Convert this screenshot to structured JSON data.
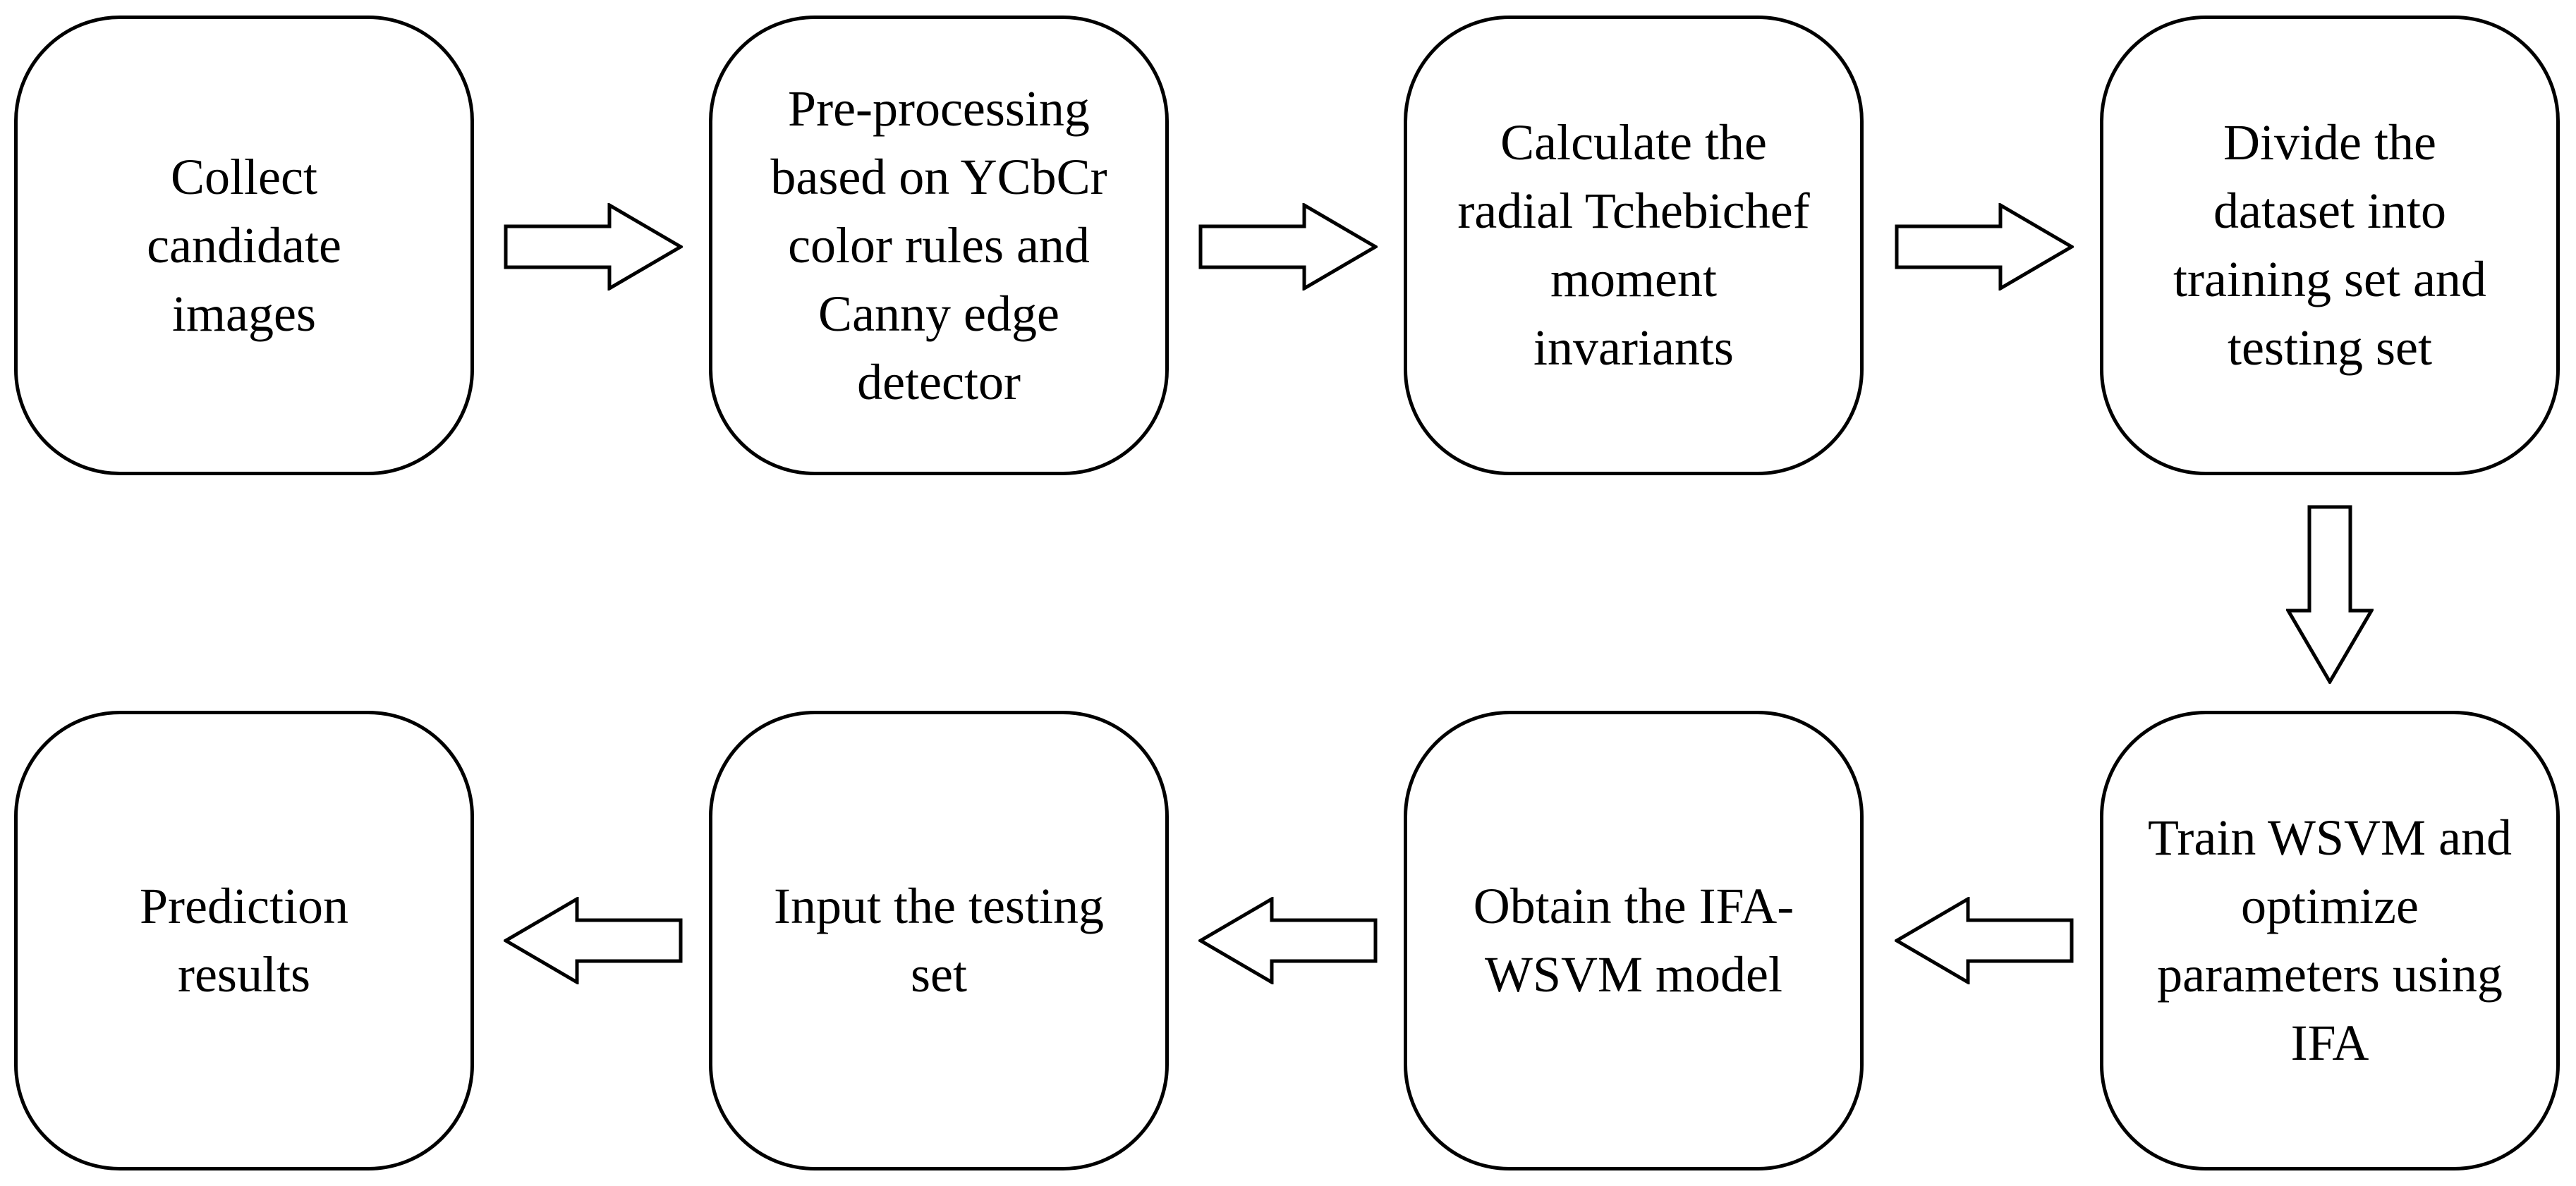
{
  "diagram": {
    "colors": {
      "stroke": "#000000",
      "fill": "#ffffff",
      "text": "#000000"
    },
    "steps": [
      {
        "id": "collect",
        "label": "Collect\ncandidate\nimages"
      },
      {
        "id": "preprocess",
        "label": "Pre-processing\nbased on YCbCr\ncolor rules and\nCanny edge\ndetector"
      },
      {
        "id": "moments",
        "label": "Calculate the\nradial Tchebichef\nmoment\ninvariants"
      },
      {
        "id": "divide",
        "label": "Divide the\ndataset into\ntraining set and\ntesting set"
      },
      {
        "id": "train",
        "label": "Train WSVM and\noptimize\nparameters using\nIFA"
      },
      {
        "id": "obtain",
        "label": "Obtain the IFA-\nWSVM model"
      },
      {
        "id": "input",
        "label": "Input the testing\nset"
      },
      {
        "id": "prediction",
        "label": "Prediction\nresults"
      }
    ],
    "connections": [
      {
        "from": "collect",
        "to": "preprocess",
        "direction": "right"
      },
      {
        "from": "preprocess",
        "to": "moments",
        "direction": "right"
      },
      {
        "from": "moments",
        "to": "divide",
        "direction": "right"
      },
      {
        "from": "divide",
        "to": "train",
        "direction": "down"
      },
      {
        "from": "train",
        "to": "obtain",
        "direction": "left"
      },
      {
        "from": "obtain",
        "to": "input",
        "direction": "left"
      },
      {
        "from": "input",
        "to": "prediction",
        "direction": "left"
      }
    ]
  }
}
